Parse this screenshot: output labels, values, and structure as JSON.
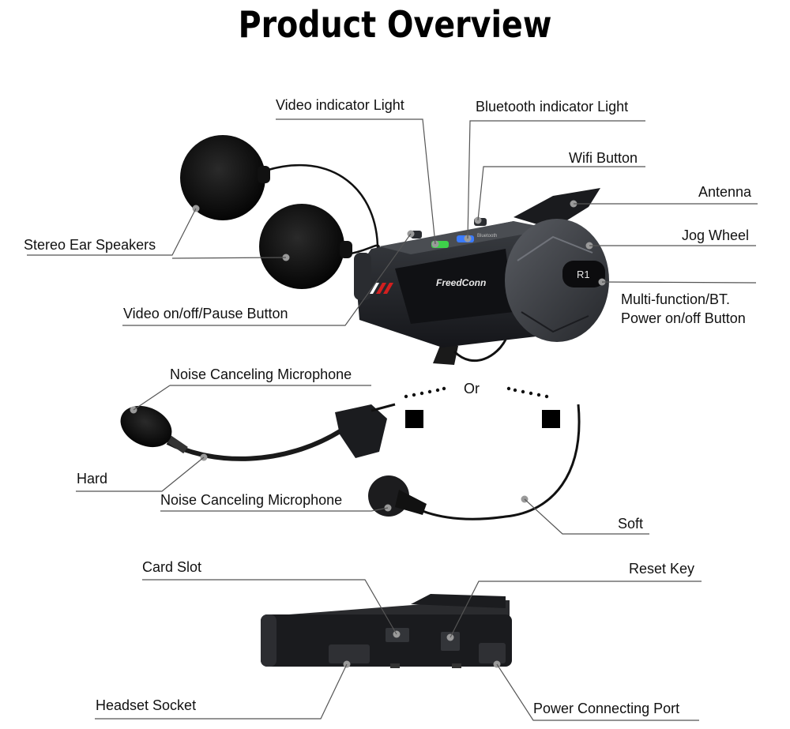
{
  "title": "Product Overview",
  "labels": {
    "video_indicator": "Video indicator Light",
    "bluetooth_indicator": "Bluetooth indicator Light",
    "wifi_button": "Wifi Button",
    "antenna": "Antenna",
    "jog_wheel": "Jog Wheel",
    "multifunction_line1": "Multi-function/BT.",
    "multifunction_line2": "Power on/off Button",
    "stereo_speakers": "Stereo Ear Speakers",
    "video_button": "Video on/off/Pause Button",
    "noise_mic_hard": "Noise Canceling Microphone",
    "or": "Or",
    "hard": "Hard",
    "noise_mic_soft": "Noise Canceling Microphone",
    "soft": "Soft",
    "card_slot": "Card Slot",
    "reset_key": "Reset Key",
    "headset_socket": "Headset Socket",
    "power_port": "Power Connecting Port"
  },
  "device": {
    "brand": "FreedConn",
    "button_label": "R1",
    "bluetooth_text": "Bluetooth"
  }
}
